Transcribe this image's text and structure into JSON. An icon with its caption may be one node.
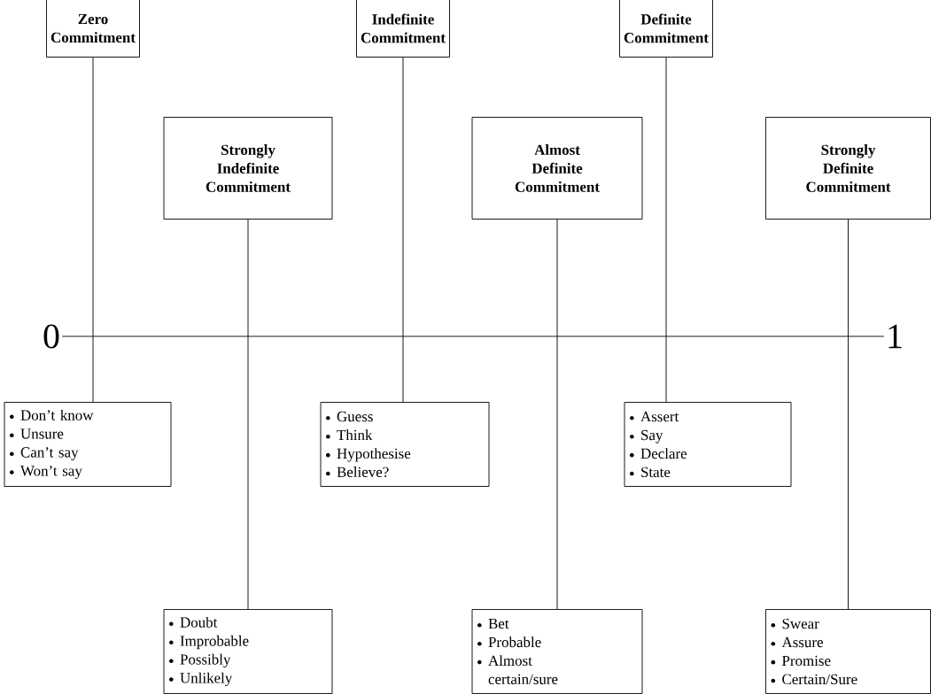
{
  "diagram": {
    "nodes": [
      {
        "text": [
          "Zero Commitment"
        ]
      },
      {
        "text": [
          "Indefinite Commitment"
        ]
      },
      {
        "text": [
          "Definite Commitment"
        ]
      },
      {
        "text": [
          "Strongly Indefinite Commitment"
        ]
      },
      {
        "text": [
          "Almost Definite Commitment"
        ]
      },
      {
        "text": [
          "Strongly Definite Commitment"
        ]
      },
      {
        "text": [
          "0"
        ]
      },
      {
        "text": [
          "1"
        ]
      },
      {
        "text": [
          "Don’t know",
          "Unsure",
          "Can’t say",
          "Won’t say"
        ]
      },
      {
        "text": [
          "Guess",
          "Think",
          "Hypothesise",
          "Believe?"
        ]
      },
      {
        "text": [
          "Assert",
          "Say",
          "Declare",
          "State"
        ]
      },
      {
        "text": [
          "Doubt",
          "Improbable",
          "Possibly",
          "Unlikely"
        ]
      },
      {
        "text": [
          "Bet",
          "Probable",
          "Almost certain/sure"
        ]
      },
      {
        "text": [
          "Swear",
          "Assure",
          "Promise",
          "Certain/Sure"
        ]
      }
    ],
    "edges": [
      {
        "from": 6,
        "to": 7,
        "arrow": "none"
      },
      {
        "from": 0,
        "to": 8,
        "arrow": "none"
      },
      {
        "from": 3,
        "to": 11,
        "arrow": "none"
      },
      {
        "from": 1,
        "to": 9,
        "arrow": "none"
      },
      {
        "from": 4,
        "to": 12,
        "arrow": "none"
      },
      {
        "from": 2,
        "to": 10,
        "arrow": "none"
      },
      {
        "from": 5,
        "to": 13,
        "arrow": "none"
      }
    ]
  }
}
